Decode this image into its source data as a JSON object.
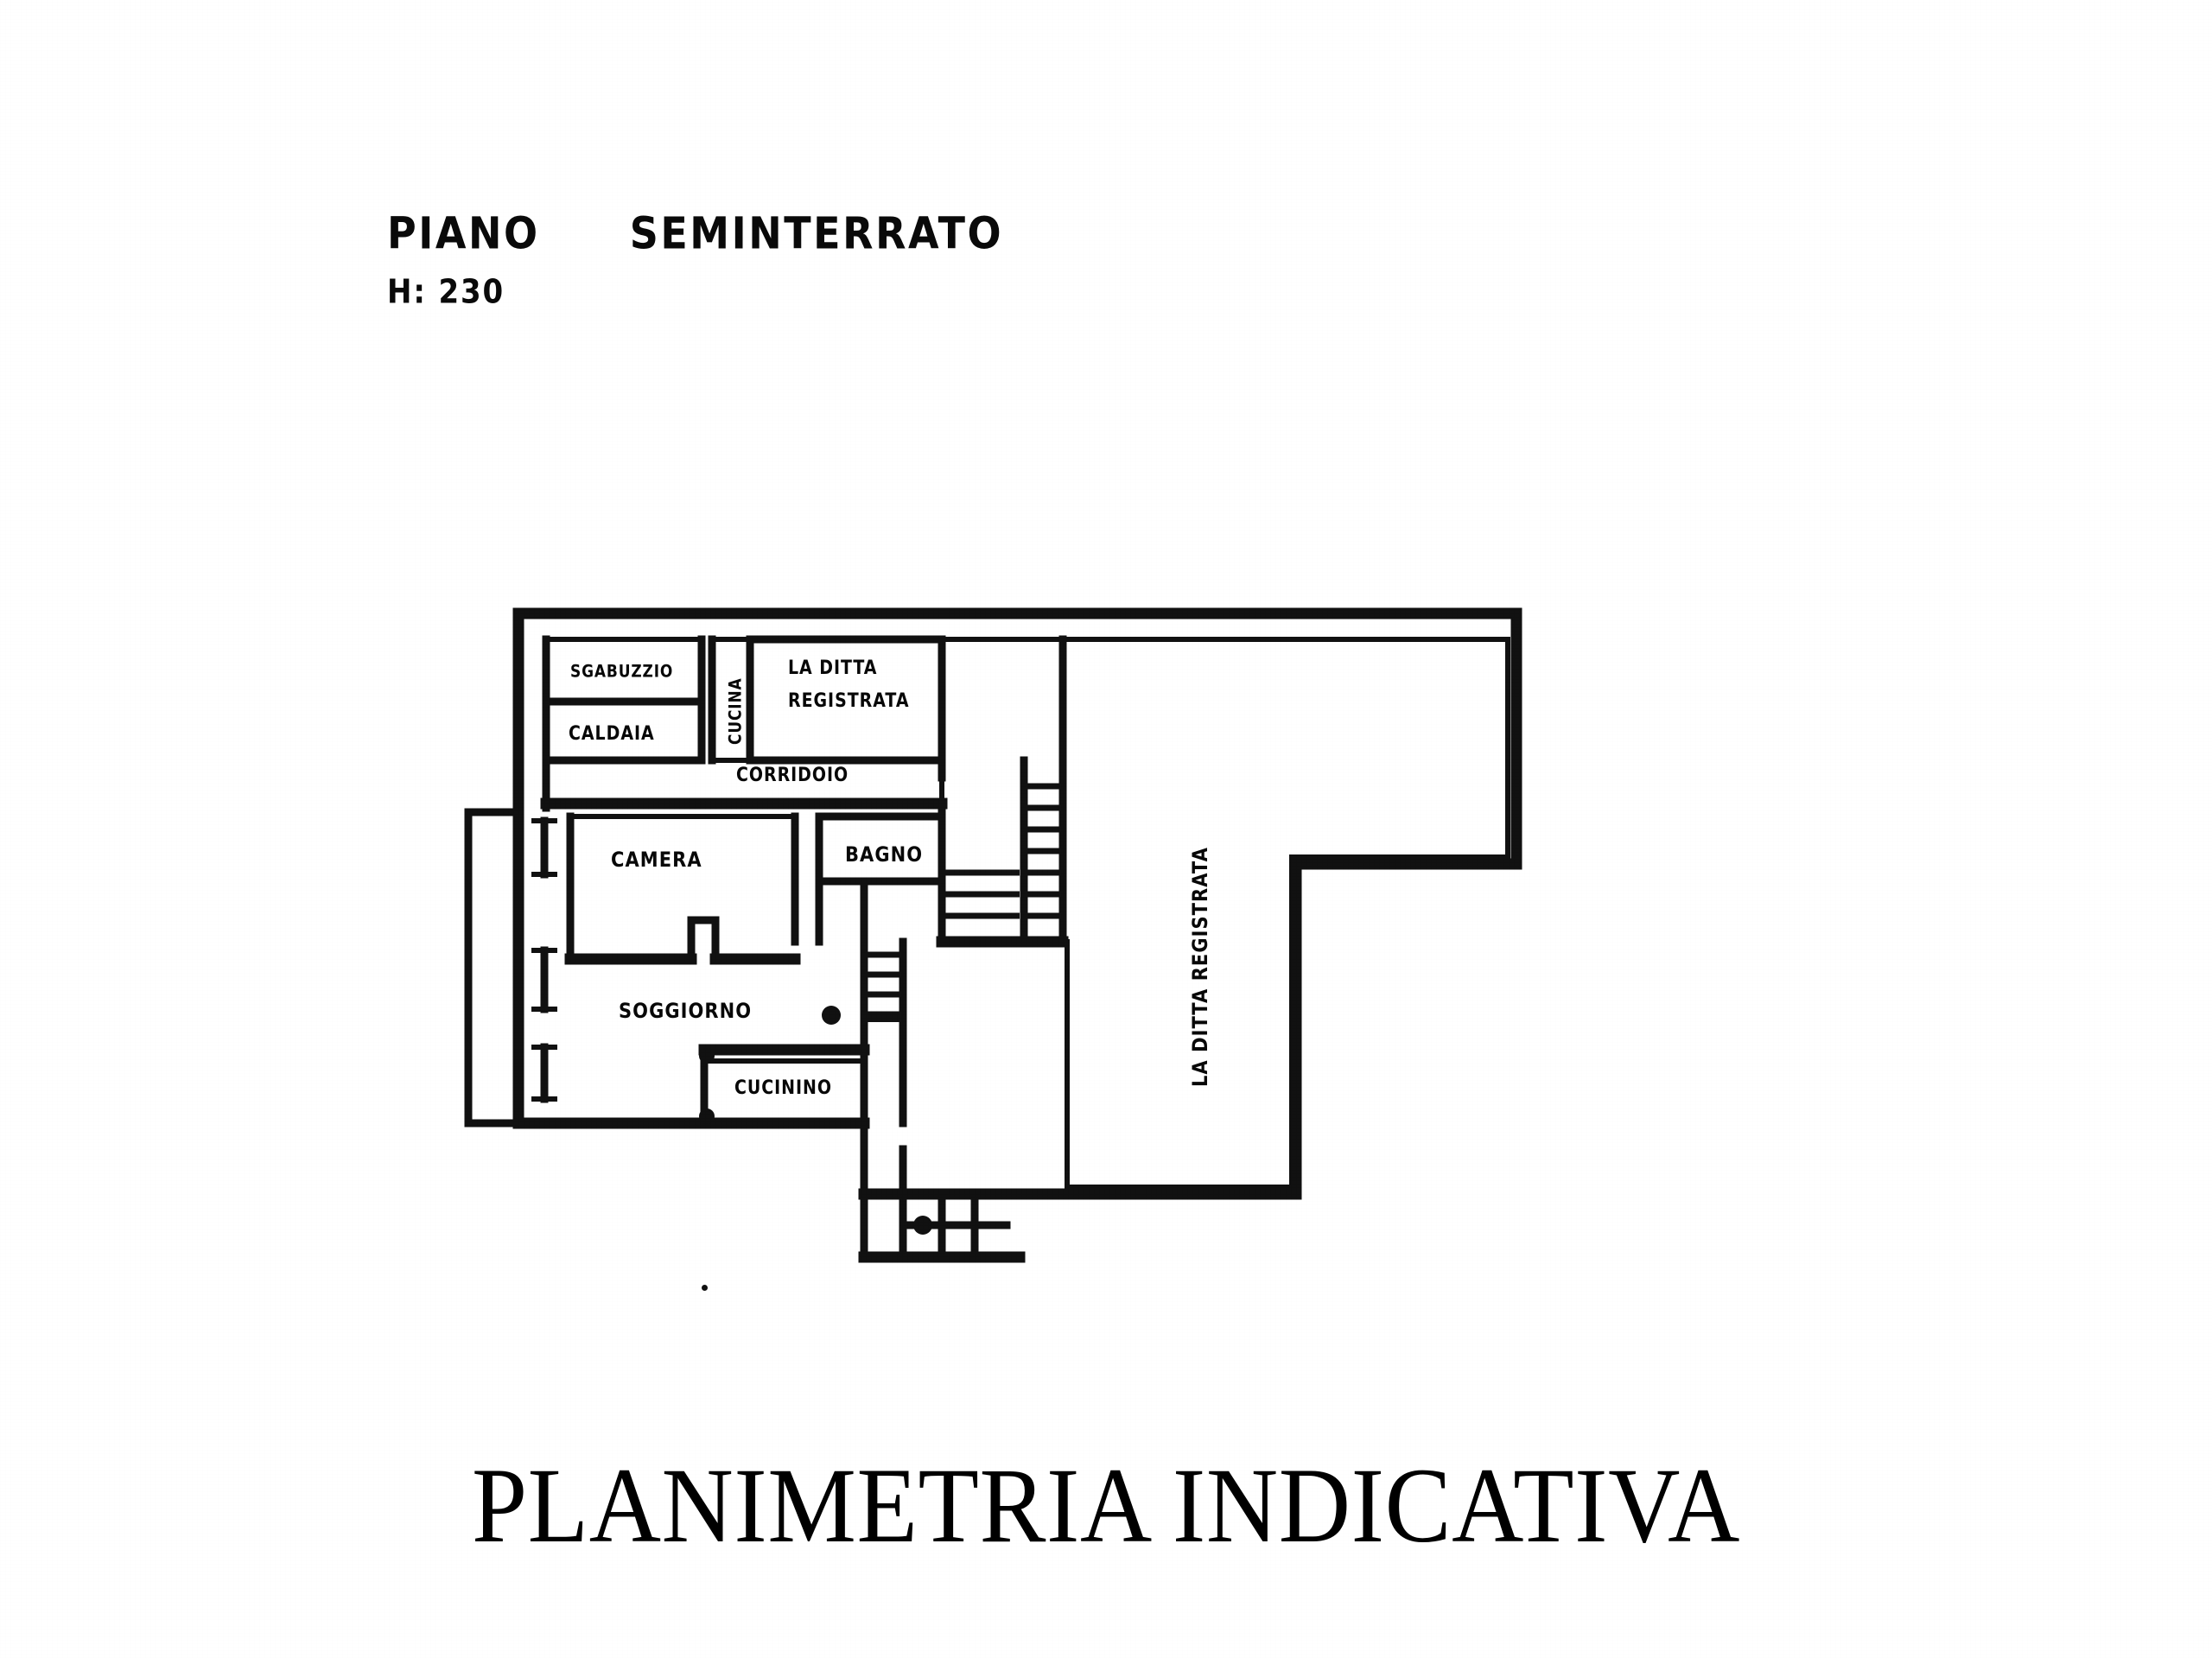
{
  "document": {
    "type": "floor-plan-scan",
    "language": "it"
  },
  "header": {
    "floor_label": "PIANO",
    "floor_name": "SEMINTERRATO",
    "height_note": "H: 230"
  },
  "caption": {
    "text": "PLANIMETRIA INDICATIVA"
  },
  "rooms": [
    {
      "id": "sgabuzzino",
      "label": "SGABUZZIO"
    },
    {
      "id": "caldaia",
      "label": "CALDAIA"
    },
    {
      "id": "cucina",
      "label": "CUCINA"
    },
    {
      "id": "ditta-nord",
      "label_line1": "LA   DITTA",
      "label_line2": "REGISTRATA"
    },
    {
      "id": "corridoio",
      "label": "CORRIDOIO"
    },
    {
      "id": "camera",
      "label": "CAMERA"
    },
    {
      "id": "bagno",
      "label": "BAGNO"
    },
    {
      "id": "soggiorno",
      "label": "SOGGIORNO"
    },
    {
      "id": "cucinino",
      "label": "CUCININO"
    },
    {
      "id": "ditta-est",
      "label": "LA   DITTA   REGISTRATA"
    }
  ],
  "colors": {
    "ink": "#111111",
    "paper": "#ffffff"
  }
}
